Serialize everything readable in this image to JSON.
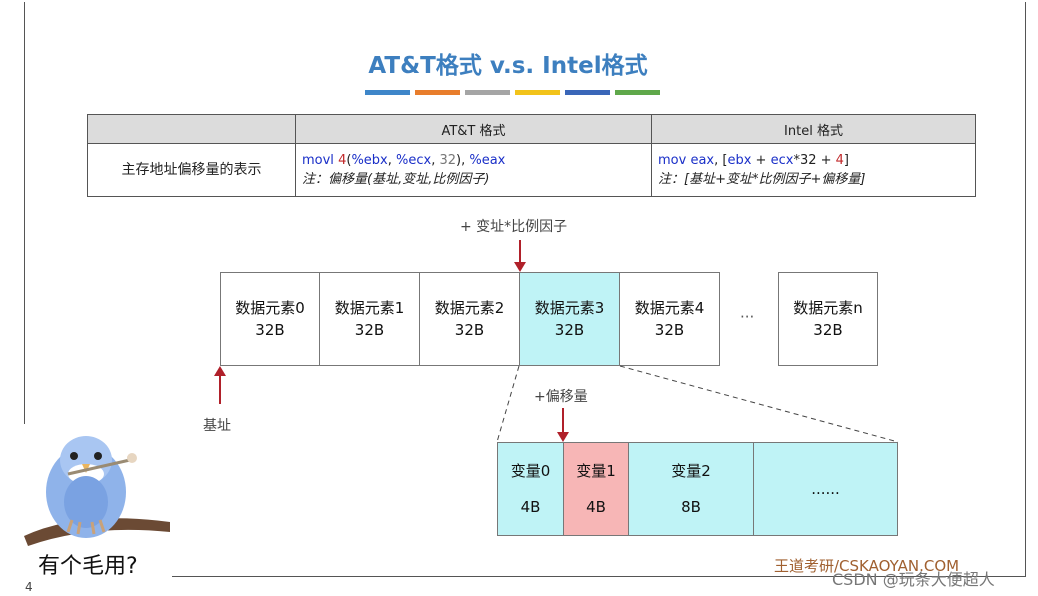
{
  "title": "AT&T格式 v.s. Intel格式",
  "title_bar_colors": [
    "#3e86c9",
    "#e87d2c",
    "#a5a5a5",
    "#f2c31a",
    "#3a66b8",
    "#5fa84a"
  ],
  "table": {
    "header_att": "AT&T 格式",
    "header_intel": "Intel 格式",
    "row_label": "主存地址偏移量的表示",
    "att_code": {
      "op": "movl",
      "disp": "4",
      "open": "(",
      "base": "%ebx",
      "sep1": ", ",
      "index": "%ecx",
      "sep2": ", ",
      "scale": "32",
      "close": "), ",
      "dest": "%eax"
    },
    "att_note": "注：偏移量(基址,变址,比例因子)",
    "intel_code": {
      "op": "mov",
      "dest": "eax",
      "sep": ", ",
      "open": "[",
      "base": "ebx",
      "plus1": " + ",
      "index": "ecx",
      "mul": "*32 + ",
      "disp": "4",
      "close": "]"
    },
    "intel_note": "注：[基址+变址*比例因子+偏移量]"
  },
  "labels": {
    "index_scale": "+ 变址*比例因子",
    "base": "基址",
    "offset": "+偏移量"
  },
  "array_cells": [
    {
      "name": "数据元素0",
      "size": "32B"
    },
    {
      "name": "数据元素1",
      "size": "32B"
    },
    {
      "name": "数据元素2",
      "size": "32B"
    },
    {
      "name": "数据元素3",
      "size": "32B"
    },
    {
      "name": "数据元素4",
      "size": "32B"
    }
  ],
  "array_ellipsis": "···",
  "array_last": {
    "name": "数据元素n",
    "size": "32B"
  },
  "struct_cells": [
    {
      "name": "变量0",
      "size": "4B"
    },
    {
      "name": "变量1",
      "size": "4B"
    },
    {
      "name": "变量2",
      "size": "8B"
    }
  ],
  "struct_ellipsis": "......",
  "colors": {
    "cyan": "#bff3f6",
    "pink": "#f7b6b6",
    "arrow_red": "#b0202a",
    "title_blue": "#3d7fbf"
  },
  "footer": {
    "logo": "王道考研/CSKAOYAN.COM",
    "csdn": "CSDN @玩条大便超人",
    "page": "4"
  },
  "meme_caption": "有个毛用?"
}
